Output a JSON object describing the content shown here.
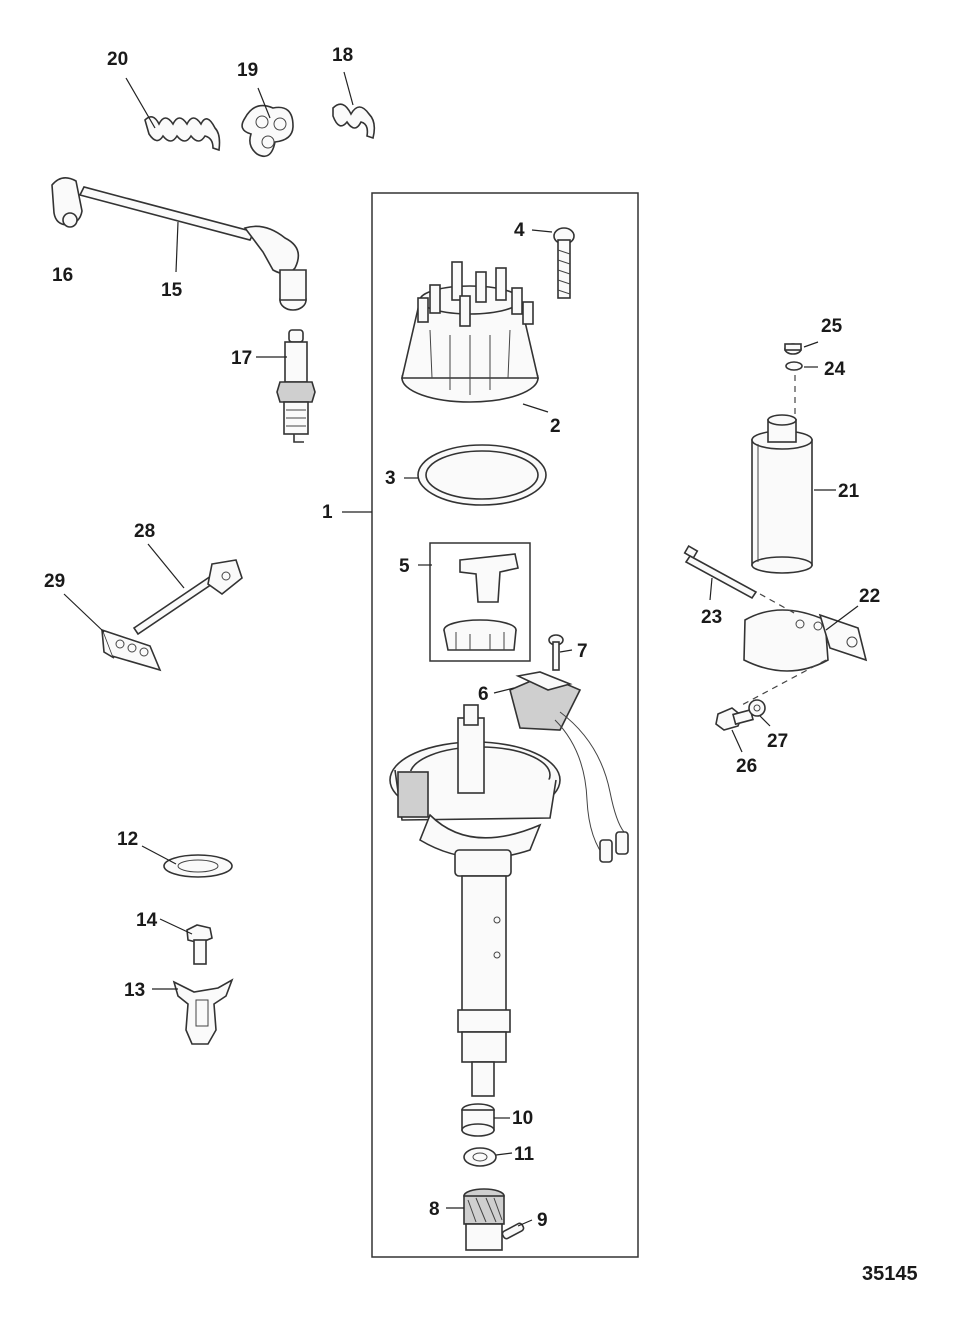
{
  "figure_number": "35145",
  "callouts": {
    "c1": "1",
    "c2": "2",
    "c3": "3",
    "c4": "4",
    "c5": "5",
    "c6": "6",
    "c7": "7",
    "c8": "8",
    "c9": "9",
    "c10": "10",
    "c11": "11",
    "c12": "12",
    "c13": "13",
    "c14": "14",
    "c15": "15",
    "c16": "16",
    "c17": "17",
    "c18": "18",
    "c19": "19",
    "c20": "20",
    "c21": "21",
    "c22": "22",
    "c23": "23",
    "c24": "24",
    "c25": "25",
    "c26": "26",
    "c27": "27",
    "c28": "28",
    "c29": "29"
  }
}
